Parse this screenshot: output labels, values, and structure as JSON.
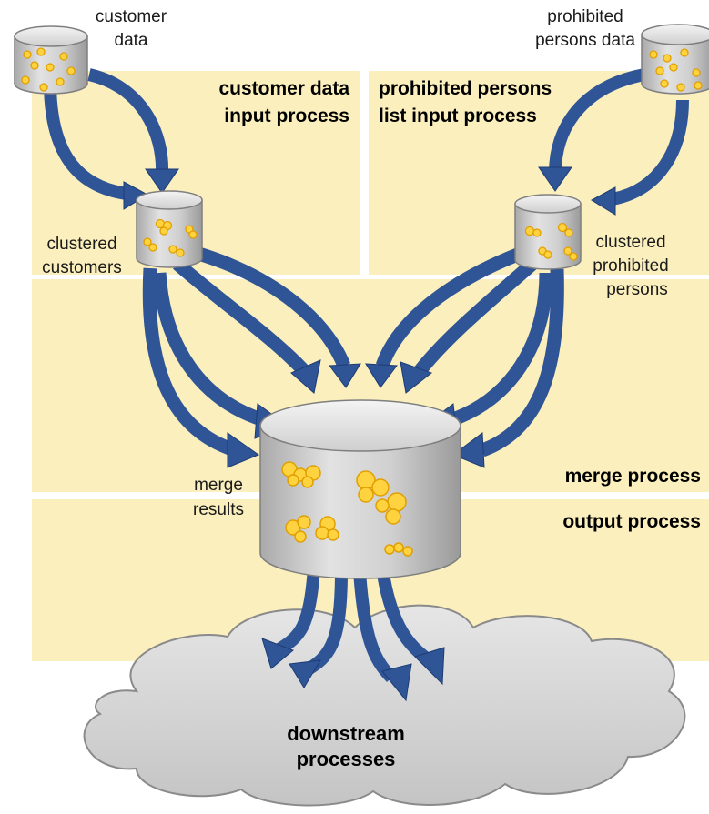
{
  "labels": {
    "customer_data_l1": "customer",
    "customer_data_l2": "data",
    "prohibited_data_l1": "prohibited",
    "prohibited_data_l2": "persons data",
    "clustered_customers_l1": "clustered",
    "clustered_customers_l2": "customers",
    "clustered_prohibited_l1": "clustered",
    "clustered_prohibited_l2": "prohibited",
    "clustered_prohibited_l3": "persons",
    "merge_results_l1": "merge",
    "merge_results_l2": "results",
    "downstream_l1": "downstream",
    "downstream_l2": "processes"
  },
  "process_headings": {
    "customer_input_l1": "customer data",
    "customer_input_l2": "input process",
    "prohibited_input_l1": "prohibited persons",
    "prohibited_input_l2": "list input process",
    "merge": "merge process",
    "output": "output process"
  },
  "colors": {
    "band": "#fbefbd",
    "arrow": "#2f5597",
    "arrow_edge": "#1d3c74",
    "cylinder_fill": "#d2d2d2",
    "cylinder_edge": "#7f7f7f",
    "dot": "#ffd23f",
    "dot_edge": "#e0a000",
    "cloud_fill": "#d5d5d5",
    "cloud_edge": "#8a8a8a"
  }
}
